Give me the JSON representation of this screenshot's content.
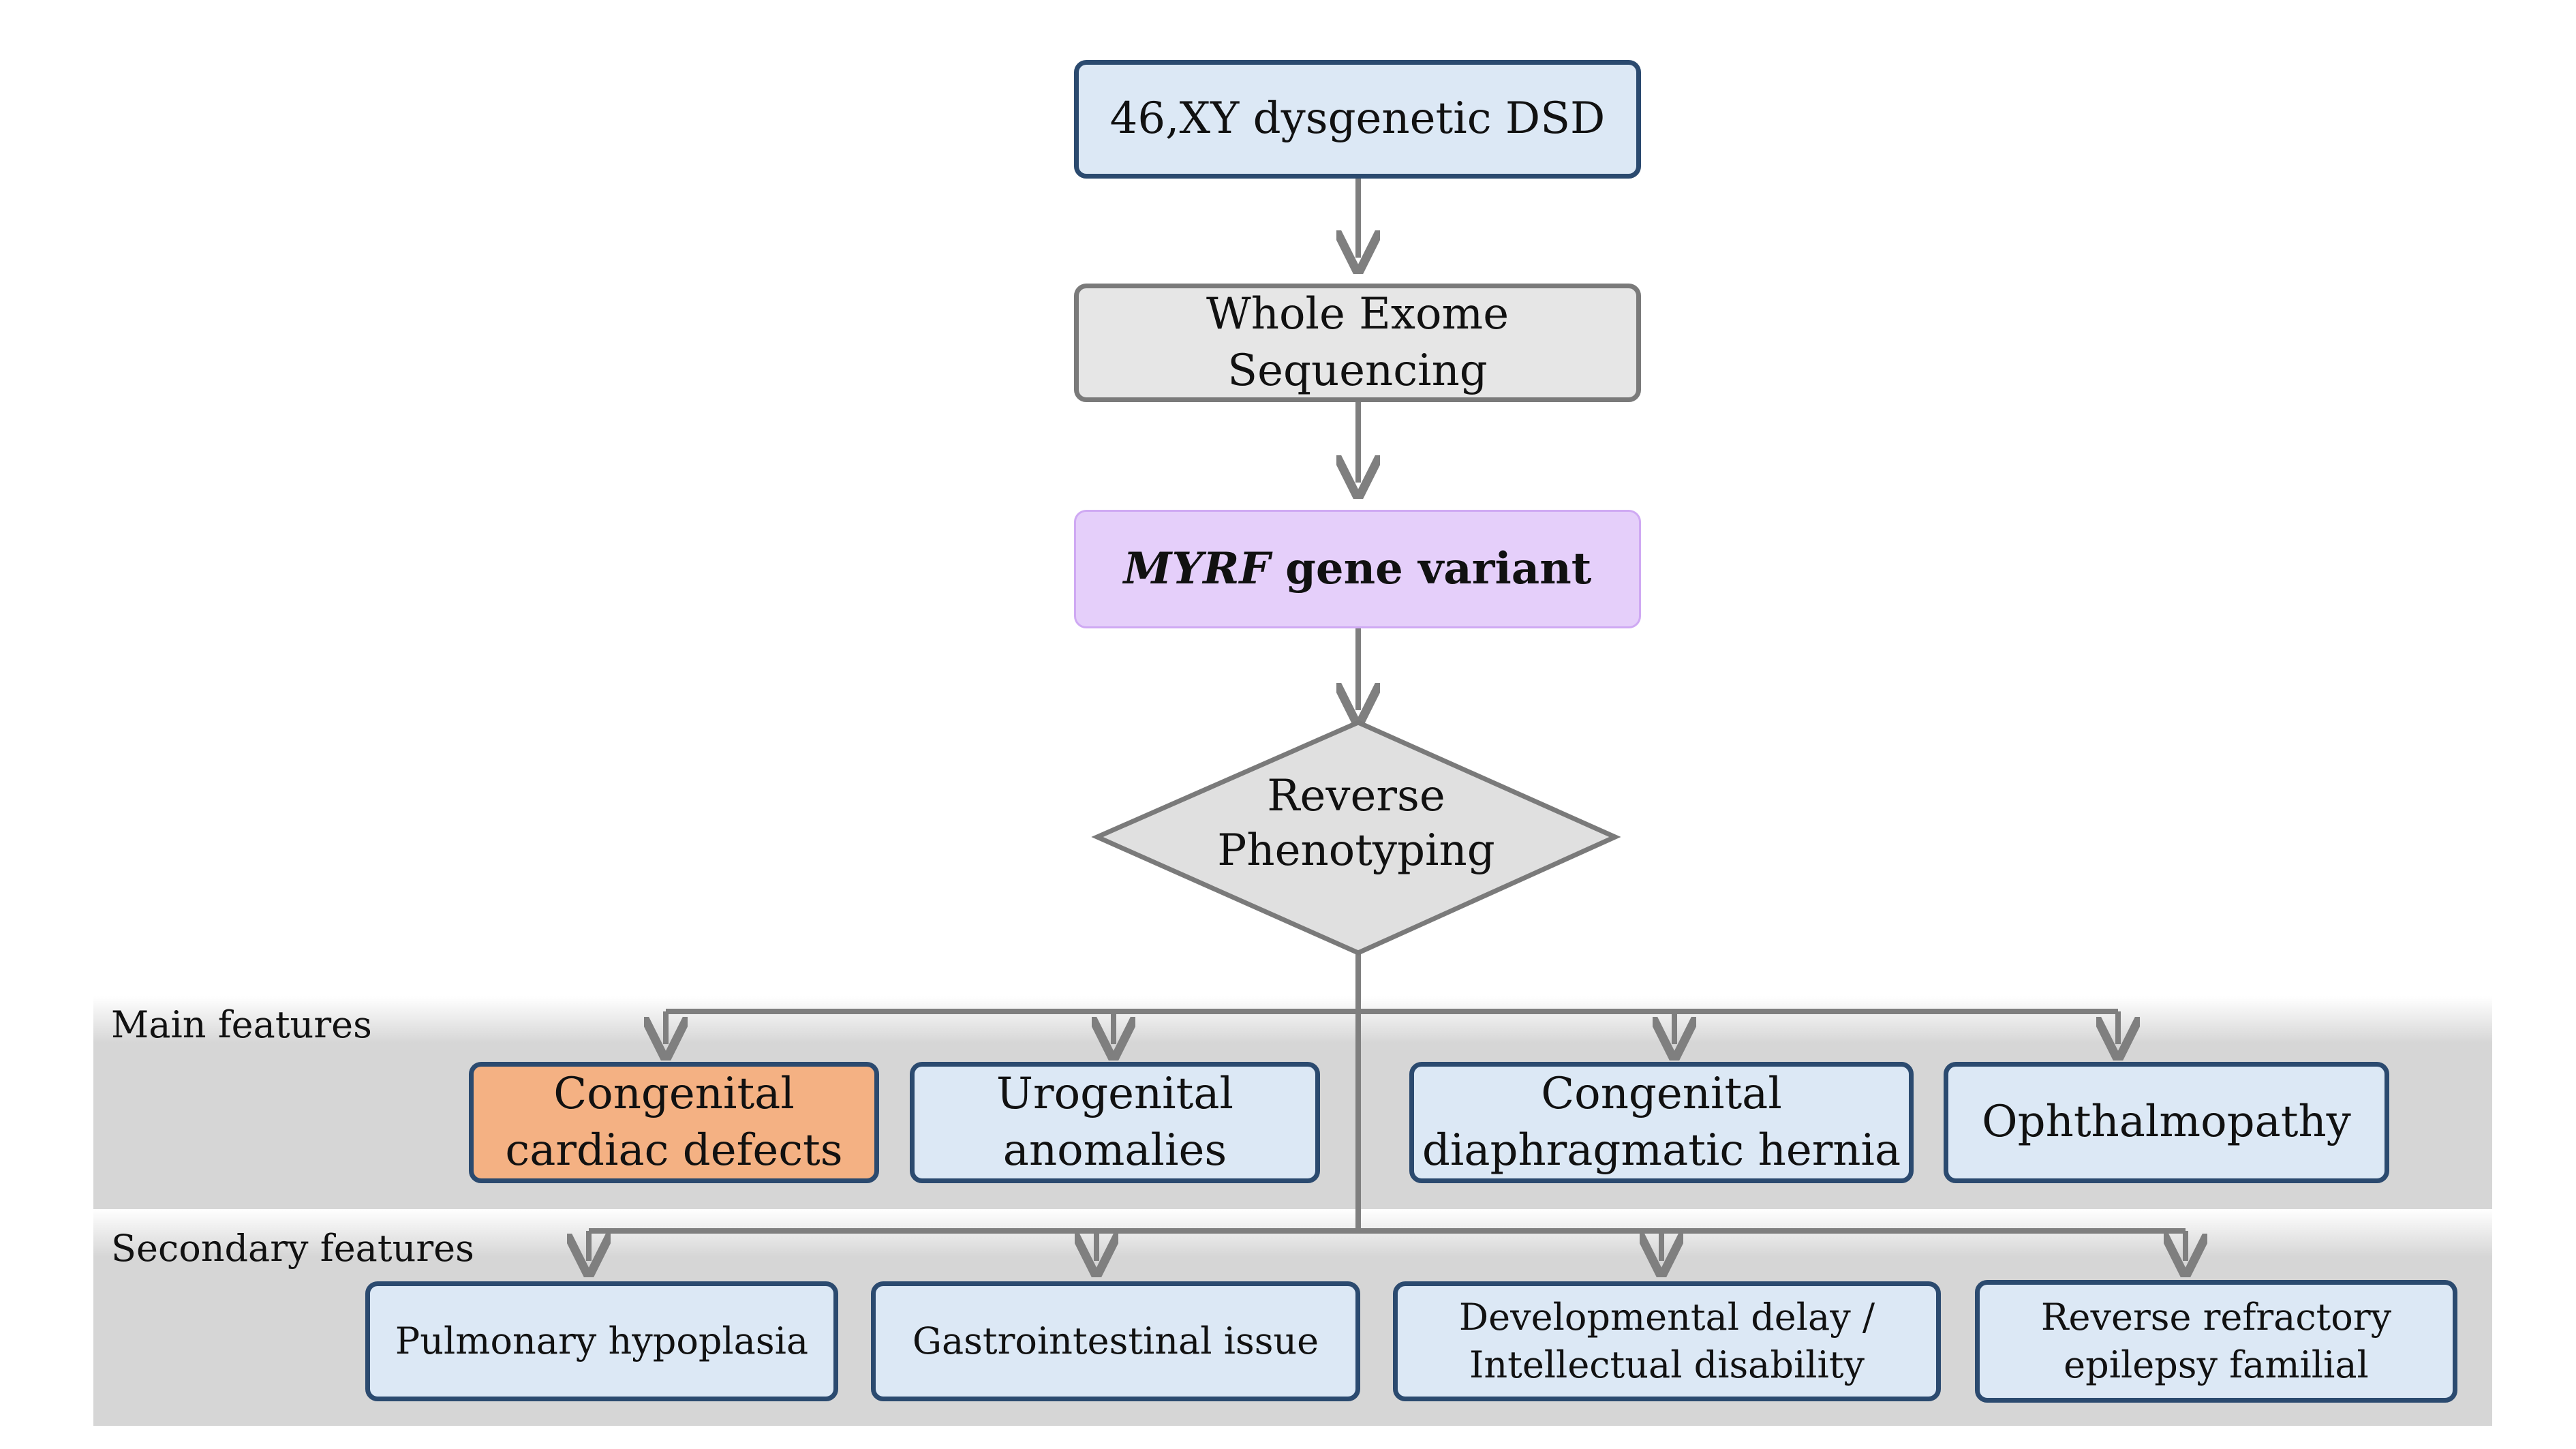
{
  "nodes": {
    "start": "46,XY dysgenetic DSD",
    "wes": "Whole Exome Sequencing",
    "variant_gene": "MYRF",
    "variant_rest": " gene variant",
    "decision_line1": "Reverse",
    "decision_line2": "Phenotyping"
  },
  "bands": {
    "main_label": "Main features",
    "secondary_label": "Secondary features"
  },
  "main_features": [
    {
      "line1": "Congenital",
      "line2": "cardiac defects"
    },
    {
      "line1": "Urogenital",
      "line2": "anomalies"
    },
    {
      "line1": "Congenital",
      "line2": "diaphragmatic hernia"
    },
    {
      "line1": "Ophthalmopathy",
      "line2": ""
    }
  ],
  "secondary_features": [
    {
      "line1": "Pulmonary hypoplasia",
      "line2": ""
    },
    {
      "line1": "Gastrointestinal issue",
      "line2": ""
    },
    {
      "line1": "Developmental delay /",
      "line2": "Intellectual disability"
    },
    {
      "line1": "Reverse refractory",
      "line2": "epilepsy familial"
    }
  ],
  "colors": {
    "box_fill_blue": "#dce8f5",
    "box_border_navy": "#2b4a6f",
    "box_fill_gray": "#e6e6e6",
    "box_fill_purple": "#e5cffa",
    "highlight_orange": "#f4b183",
    "connector_gray": "#7f7f7f"
  }
}
